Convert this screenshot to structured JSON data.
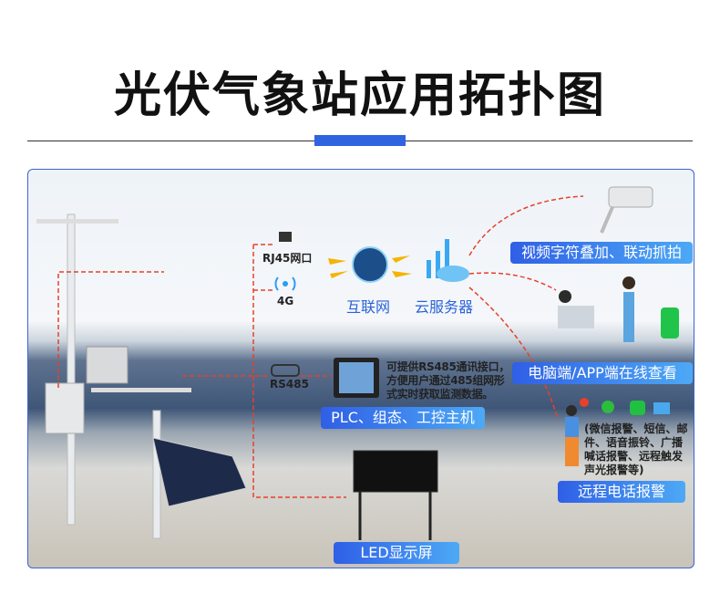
{
  "title": "光伏气象站应用拓扑图",
  "colors": {
    "accent": "#2f63e0",
    "dash": "#e8402a",
    "tag_start": "#2f5fe6",
    "tag_end": "#4da9f5"
  },
  "nodes": {
    "rj45": "RJ45网口",
    "g4": "4G",
    "internet": "互联网",
    "cloud": "云服务器",
    "rs485": "RS485",
    "rs485_desc": [
      "可提供RS485通讯接口，",
      "方便用户通过485组网形",
      "式实时获取监测数据。"
    ],
    "plc": "PLC、组态、工控主机",
    "led": "LED显示屏",
    "video": "视频字符叠加、联动抓拍",
    "app": "电脑端/APP端在线查看",
    "alarm_desc": [
      "(微信报警、短信、邮",
      "件、语音振铃、广播",
      "喊话报警、远程触发",
      "声光报警等)"
    ],
    "alarm": "远程电话报警"
  }
}
